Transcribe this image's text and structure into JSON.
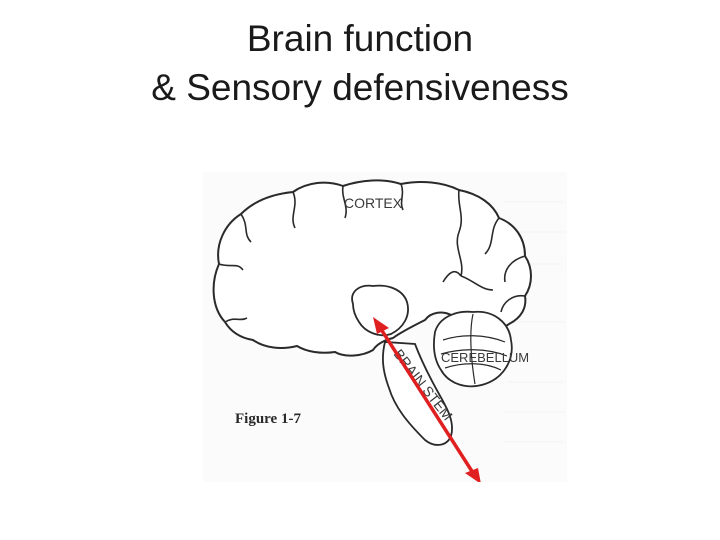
{
  "slide": {
    "title_line1": "Brain function",
    "title_line2": "& Sensory defensiveness"
  },
  "figure": {
    "labels": {
      "cortex": "CORTEX",
      "cerebellum": "CEREBELLUM",
      "brain_stem": "BRAIN STEM"
    },
    "caption": "Figure 1-7",
    "arrow_color": "#e02020",
    "line_color": "#2a2a2a"
  }
}
